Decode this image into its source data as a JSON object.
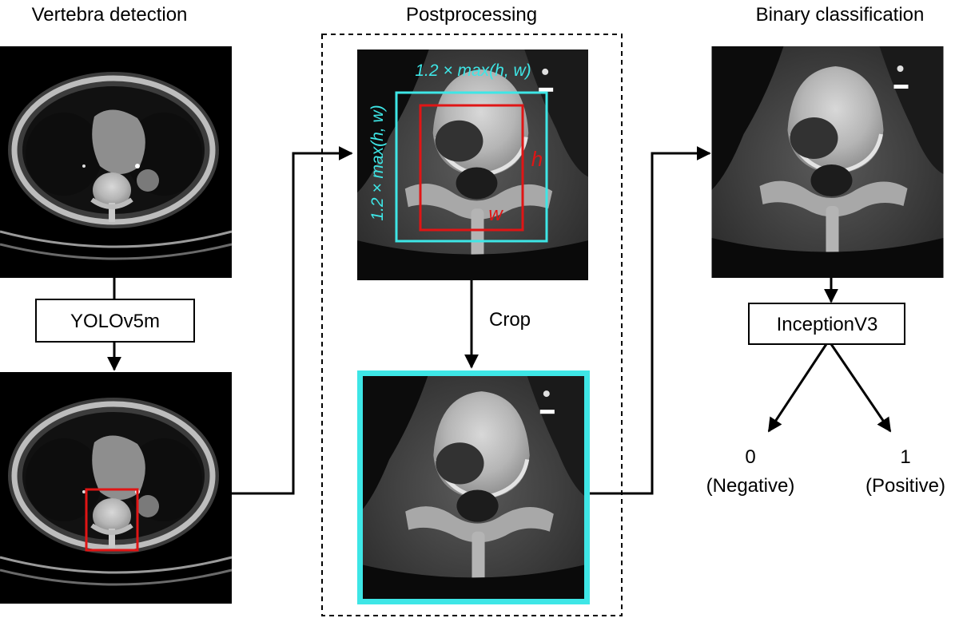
{
  "headings": {
    "detection": "Vertebra detection",
    "postprocessing": "Postprocessing",
    "classification": "Binary classification"
  },
  "models": {
    "detector": "YOLOv5m",
    "classifier": "InceptionV3"
  },
  "steps": {
    "crop": "Crop"
  },
  "annotations": {
    "box_top": "1.2 × max(h, w)",
    "box_side": "1.2 × max(h, w)",
    "height": "h",
    "width": "w"
  },
  "outputs": {
    "negative_value": "0",
    "negative_label": "(Negative)",
    "positive_value": "1",
    "positive_label": "(Positive)"
  },
  "colors": {
    "bbox_red": "#e01515",
    "crop_cyan": "#3ee6e6"
  }
}
